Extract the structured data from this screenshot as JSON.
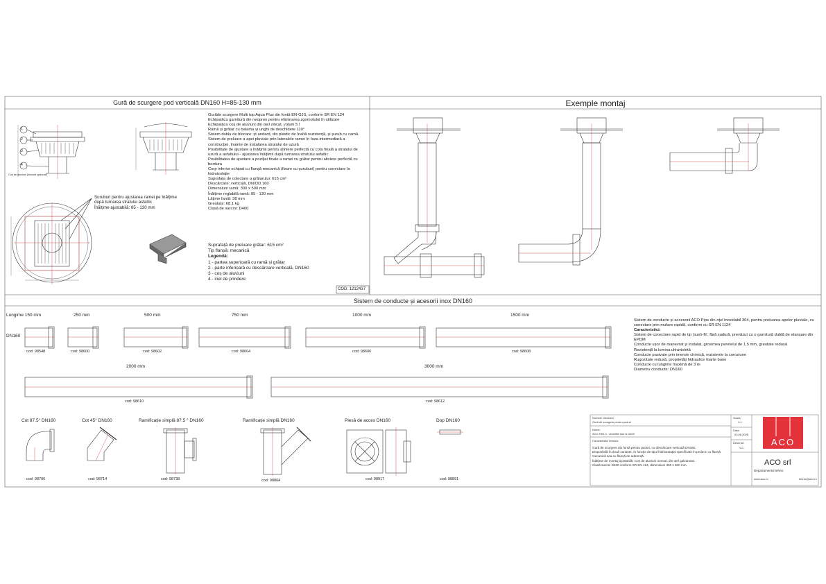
{
  "headers": {
    "left": "Gură de scurgere pod verticală DN160 H=85-130 mm",
    "right": "Exemple montaj",
    "middle": "Sistem de conducte și acesorii inox DN160"
  },
  "left_panel": {
    "drawing_note": "Coș de aluviuni (inlocuit opțional)",
    "screws_note": [
      "Șuruburi pentru ajustarea ramei pe înălțime",
      "după turnarea stratului asfaltic",
      "Înălțime ajustabilă: 85 - 130 mm"
    ],
    "callouts": [
      "1",
      "2",
      "3",
      "4"
    ],
    "description": [
      "Gurăde scurgere Multi top Aqua Plus din fontă EN-GJS, conform SR EN 124",
      "Echipatăcu garnitură din neopren pentru eliminarea zgomotului în utilizare",
      "Echipatăcu coș de aluviuni din oțel zincat, volum 5 l",
      "Ramă și grătar cu balama și unghi de deschidere 110°",
      "Sistem dublu de blocare: șt andard, din plastic de înaltă rezistență, și șurub cu camă.",
      "Sistem de preluare a apei pluviale prin lateralele ramei în faza intermediară a construcției, înainte de instalarea stratului de uzură",
      "Posibilitate de ajustare a înălțimii pentru aliniere perfectă cu cota finală a stratului de uzură a asfaltului - ajustarea înălțimii după turnarea stratului asfaltic",
      "Posibilitatea de ajustare a poziției finale a ramei cu grătar pentru aliniere perfectă cu bordura",
      "Corp inferior echipat cu flanșă mecanică (fixare cu șuruburi) pentru conectare la hidroizolație",
      "Suprafața de colectare a grătarului: 615 cm²",
      "Descărcare: verticală, DN/OD 160",
      "Dimensiuni ramă: 300 x 500 mm",
      "Înălțime reglabilă ramă: 85 - 130 mm",
      "Lățime fantă: 38 mm",
      "Greutate: 68.1 kg",
      "Clasă de sarcini: D400"
    ],
    "legend_intro": [
      "Suprafață de preluare grătar: 615 cm²",
      "Tip flanșă: mecanică"
    ],
    "legend_title": "Legendă:",
    "legend": [
      "1 - partea superioară cu ramă și grătar",
      "2 - parte inferioară cu descărcare verticală, DN160",
      "3 - coș de aluviuni",
      "4 - inel de prindere"
    ],
    "cod": "COD: 1212437"
  },
  "pipes": {
    "dn_label": "DN160",
    "row1": [
      {
        "length": "Lungime 150 mm",
        "cod": "cod: 98548"
      },
      {
        "length": "250 mm",
        "cod": "cod: 98600"
      },
      {
        "length": "500 mm",
        "cod": "cod: 98602"
      },
      {
        "length": "750 mm",
        "cod": "cod: 98604"
      },
      {
        "length": "1000 mm",
        "cod": "cod: 98606"
      },
      {
        "length": "1500 mm",
        "cod": "cod: 98608"
      }
    ],
    "row2": [
      {
        "length": "2000 mm",
        "cod": "cod: 98610"
      },
      {
        "length": "3000 mm",
        "cod": "cod: 98612"
      }
    ]
  },
  "fittings": [
    {
      "title": "Cot 87.5° DN160",
      "cod": "cod: 98706"
    },
    {
      "title": "Cot 45° DN160",
      "cod": "cod: 98714"
    },
    {
      "title": "Ramificație simplă 87.5 ° DN160",
      "cod": "cod: 98738"
    },
    {
      "title": "Ramificație simplă DN160",
      "cod": "cod: 98804"
    },
    {
      "title": "Piesă de acces DN160",
      "cod": "cod: 98917"
    },
    {
      "title": "Dop DN160",
      "cod": "cod: 98891"
    }
  ],
  "pipe_specs": [
    "Sistem de conducte și accesorii ACO Pipe din oțel inoxidabil 304, pentru preluarea apelor pluviale, cu conectare prin mufare rapidă, conform cu SR EN 1124",
    "Caracteristici:",
    "Sistem de conectare rapid de tip 'push-fit', fără sudură, prevăzut cu o garnitură dublă de etanșare din EPDM",
    "Conducte ușor de manevrat și instalat, grosimea peretelui de 1,5 mm, greutate redusă",
    "Rezistență la lumina ultravioletă",
    "Conducte pasivate prin imersie chimică, rezistente la coroziune",
    "Rugozitate redusă, proprietăți hidraulice foarte bune",
    "Conducte cu lungime maximă de 3 m",
    "Diametru conducte: DN160"
  ],
  "title_block": {
    "client_label": "Numele clientului:",
    "client_value": "Gură de scurgere pentru poduri",
    "name_label": "Nume:",
    "name_value": "ACO H60-3 - stoictitle sau si D400",
    "desc_label": "Caracteristici tehnice:",
    "desc": [
      "Gură de scurgere din fontă pentru poduri, cu descărcare verticală DN160.",
      "Disponibilă în două variante, în funcție de tipul hidroizolației specificate în proiect: cu flanșă mecanică sau cu flanșă de aderență.",
      "Înălțime de montaj ajustabilă. Coș de aluviuni normal, din oțel galvanizat.",
      "Clasă sarcini D400 conform SR EN 124, dimensiuni 300 x 500 mm."
    ],
    "scale_label": "Scara:",
    "scale_value": "1:1",
    "date_label": "Data:",
    "date_value": "03.06.2025",
    "drawn_label": "Desenat:",
    "drawn_value": "V.C.",
    "company": "ACO srl",
    "dept": "Departamentul tehnic",
    "web": "www.aco.ro",
    "email": "tehnic@aco.ro",
    "logo": "ACO",
    "logo_color": "#e4323a"
  }
}
